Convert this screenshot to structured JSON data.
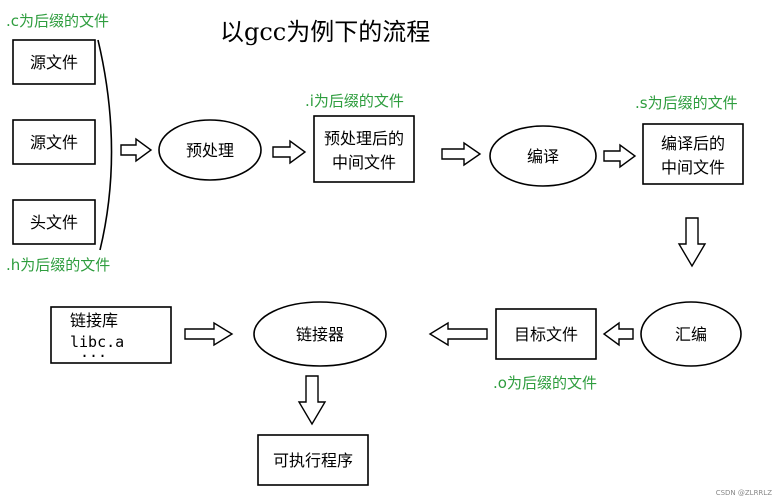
{
  "title": "以gcc为例下的流程",
  "notes": {
    "c": ".c为后缀的文件",
    "i": ".i为后缀的文件",
    "s": ".s为后缀的文件",
    "h": ".h为后缀的文件",
    "o": ".o为后缀的文件"
  },
  "sources": {
    "src1": "源文件",
    "src2": "源文件",
    "header": "头文件"
  },
  "nodes": {
    "preprocess": "预处理",
    "pre_out_line1": "预处理后的",
    "pre_out_line2": "中间文件",
    "compile": "编译",
    "comp_out_line1": "编译后的",
    "comp_out_line2": "中间文件",
    "assemble": "汇编",
    "object_file": "目标文件",
    "linker": "链接器",
    "libs_line1": "链接库",
    "libs_line2": "libc.a",
    "libs_line3": "···",
    "executable": "可执行程序"
  },
  "watermark": "CSDN @ZLRRLZ"
}
